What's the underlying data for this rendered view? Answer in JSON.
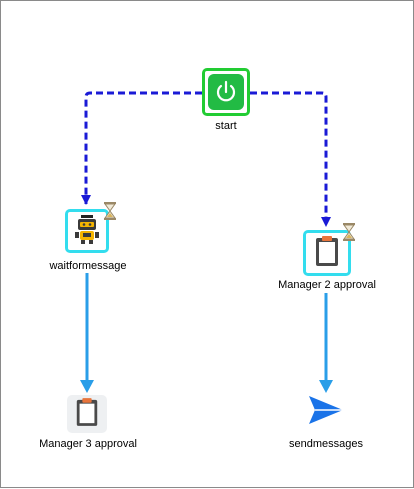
{
  "workflow": {
    "nodes": {
      "start": {
        "label": "start",
        "icon": "power-icon",
        "border_color": "#22cc33",
        "fill_color": "#22bb44"
      },
      "waitformessage": {
        "label": "waitformessage",
        "icon": "robot-icon",
        "border_color": "#33ddee",
        "status_icon": "hourglass-icon"
      },
      "manager2": {
        "label": "Manager 2 approval",
        "icon": "clipboard-icon",
        "border_color": "#33ddee",
        "status_icon": "hourglass-icon"
      },
      "manager3": {
        "label": "Manager 3 approval",
        "icon": "clipboard-icon"
      },
      "sendmessages": {
        "label": "sendmessages",
        "icon": "paper-plane-icon",
        "color": "#1a73e8"
      }
    },
    "edges": [
      {
        "from": "start",
        "to": "waitformessage",
        "style": "dashed",
        "color": "#1a1ad6"
      },
      {
        "from": "start",
        "to": "manager2",
        "style": "dashed",
        "color": "#1a1ad6"
      },
      {
        "from": "waitformessage",
        "to": "manager3",
        "style": "solid",
        "color": "#2a9ee8"
      },
      {
        "from": "manager2",
        "to": "sendmessages",
        "style": "solid",
        "color": "#2a9ee8"
      }
    ]
  }
}
